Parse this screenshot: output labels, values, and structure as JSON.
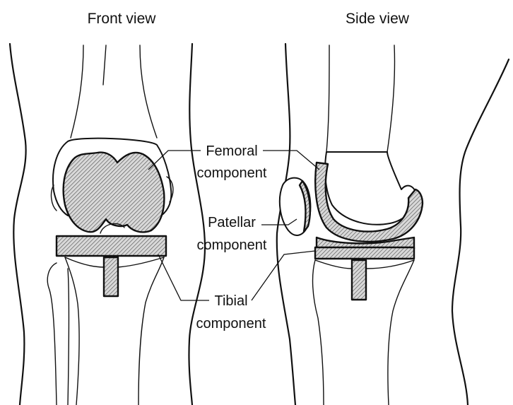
{
  "titles": {
    "front": "Front view",
    "side": "Side view"
  },
  "labels": {
    "femoral_line1": "Femoral",
    "femoral_line2": "component",
    "patellar_line1": "Patellar",
    "patellar_line2": "component",
    "tibial_line1": "Tibial",
    "tibial_line2": "component"
  },
  "colors": {
    "ink": "#111111",
    "background": "#ffffff",
    "hatch": "#555555"
  }
}
